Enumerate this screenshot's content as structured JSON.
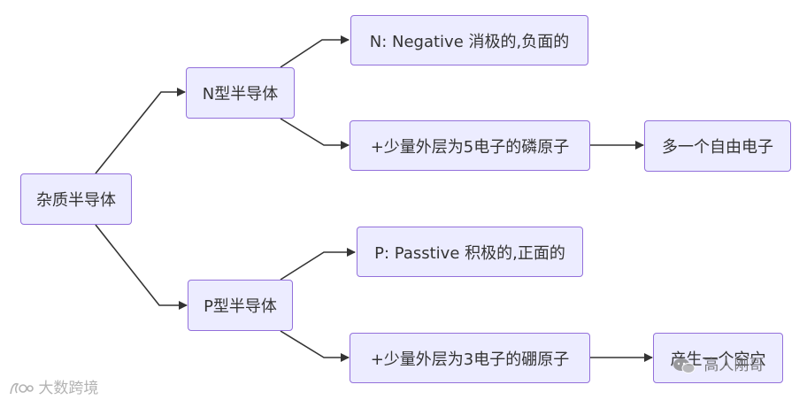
{
  "nodes": {
    "root": "杂质半导体",
    "n_type": "N型半导体",
    "n_meaning": "N: Negative 消极的,负面的",
    "n_detail": "+少量外层为5电子的磷原子",
    "n_result": "多一个自由电子",
    "p_type": "P型半导体",
    "p_meaning": "P: Passtive 积极的,正面的",
    "p_detail": "+少量外层为3电子的硼原子",
    "p_result": "产生一个空穴"
  },
  "watermarks": {
    "left": "大数跨境",
    "right": "高人刚哥"
  },
  "colors": {
    "node_fill": "#ececff",
    "node_border": "#9370db",
    "edge": "#333333"
  },
  "icons": [
    "arrow-head-icon",
    "watermark-logo-icon",
    "wechat-icon"
  ]
}
